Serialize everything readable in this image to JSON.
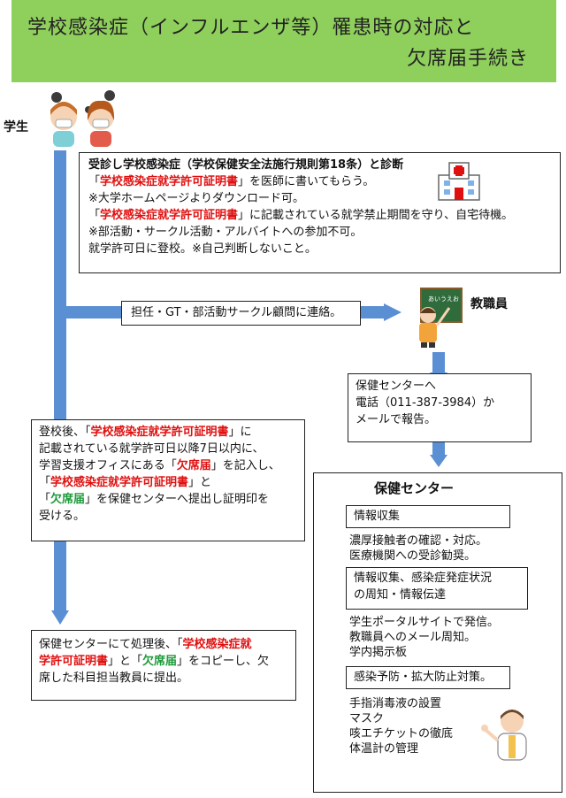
{
  "title": {
    "line1": "学校感染症（インフルエンザ等）罹患時の対応と",
    "line2": "欠席届手続き"
  },
  "actors": {
    "student": "学生",
    "staff": "教職員"
  },
  "box_diagnosis": {
    "heading": "受診し学校感染症（学校保健安全法施行規則第18条）と診断",
    "l2_q1": "「",
    "l2_red": "学校感染症就学許可証明書",
    "l2_rest": "」を医師に書いてもらう。",
    "l3": "※大学ホームページよりダウンロード可。",
    "l4_q1": "「",
    "l4_red": "学校感染症就学許可証明書",
    "l4_rest": "」に記載されている就学禁止期間を守り、自宅待機。",
    "l5": "※部活動・サークル活動・アルバイトへの参加不可。",
    "l6": "就学許可日に登校。※自己判断しないこと。"
  },
  "box_contact": {
    "text": "担任・GT・部活動サークル顧問に連絡。"
  },
  "box_report": {
    "l1": "保健センターへ",
    "l2": "電話（011-387-3984）か",
    "l3": "メールで報告。"
  },
  "box_submit": {
    "p1": "登校後、「",
    "r1": "学校感染症就学許可証明書",
    "p2": "」に",
    "l2": "記載されている就学許可日以降7日以内に、",
    "p3": "学習支援オフィスにある「",
    "g1": "欠席届",
    "p4": "」を記入し、",
    "p5": "「",
    "r2": "学校感染症就学許可証明書",
    "p6": "」と",
    "p7": "「",
    "g2": "欠席届",
    "p8": "」を保健センターへ提出し証明印を",
    "l6": "受ける。"
  },
  "box_copy": {
    "p1": "保健センターにて処理後、「",
    "r1": "学校感染症就",
    "r1b": "学許可証明書",
    "p2": "」と「",
    "g1": "欠席届",
    "p3": "」をコピーし、欠",
    "l3": "席した科目担当教員に提出。"
  },
  "health_center": {
    "title": "保健センター",
    "sec1_title": "情報収集",
    "sec1_items": [
      "濃厚接触者の確認・対応。",
      "医療機関への受診勧奨。"
    ],
    "sec2_title_l1": "情報収集、感染症発症状況",
    "sec2_title_l2": "の周知・情報伝達",
    "sec2_items": [
      "学生ポータルサイトで発信。",
      "教職員へのメール周知。",
      "学内掲示板"
    ],
    "sec3_title": "感染予防・拡大防止対策。",
    "sec3_items": [
      "手指消毒液の設置",
      "マスク",
      "咳エチケットの徹底",
      "体温計の管理"
    ]
  },
  "colors": {
    "banner": "#8fcf5c",
    "arrow": "#5b8fd4",
    "emphasis_red": "#e01010",
    "emphasis_green": "#1e9a3a"
  },
  "icons": [
    "students-with-masks-icon",
    "hospital-icon",
    "teacher-icon",
    "nurse-icon"
  ]
}
